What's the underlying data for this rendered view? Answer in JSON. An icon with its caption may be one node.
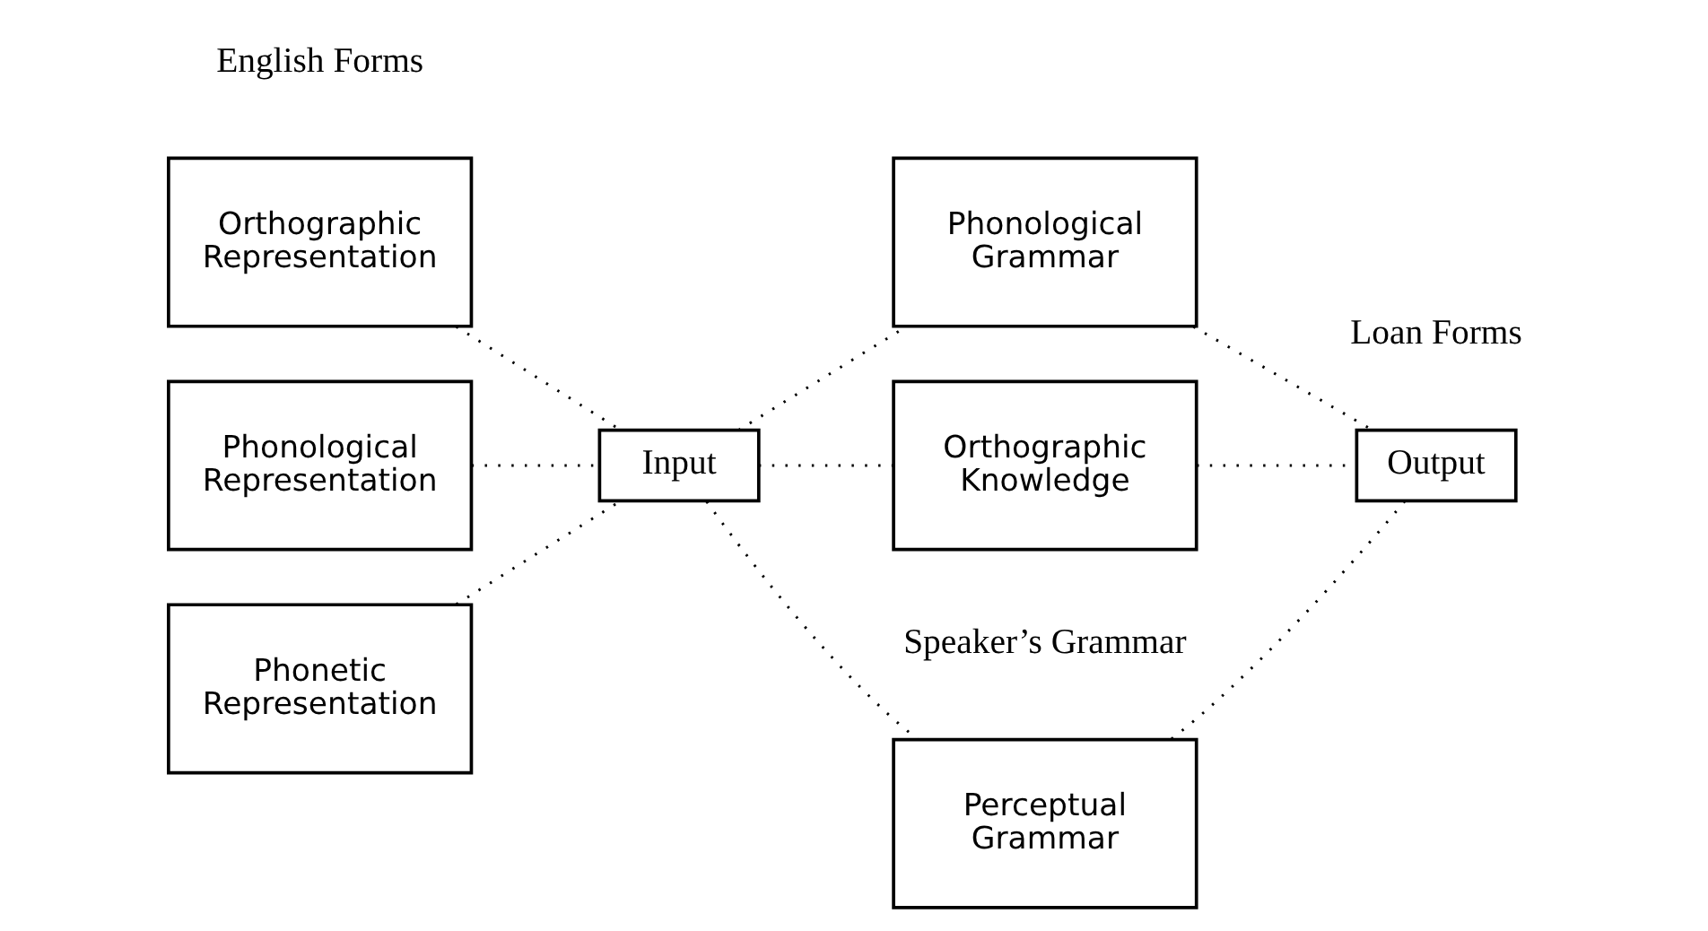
{
  "diagram": {
    "nodes": [
      {
        "text": [
          "Orthographic Representation"
        ]
      },
      {
        "text": [
          "Phonological Representation"
        ]
      },
      {
        "text": [
          "Phonetic Representation"
        ]
      },
      {
        "text": [
          "Input"
        ]
      },
      {
        "text": [
          "Perceptual Grammar"
        ]
      },
      {
        "text": [
          "Phonological Grammar"
        ]
      },
      {
        "text": [
          "Orthographic Knowledge"
        ]
      },
      {
        "text": [
          "Output"
        ]
      }
    ],
    "edges": [
      {
        "from": 0,
        "to": 3,
        "arrow": "none",
        "style": "dashed"
      },
      {
        "from": 1,
        "to": 3,
        "arrow": "none",
        "style": "dashed"
      },
      {
        "from": 2,
        "to": 3,
        "arrow": "none",
        "style": "dashed"
      },
      {
        "from": 3,
        "to": 4,
        "arrow": "none",
        "style": "dashed"
      },
      {
        "from": 3,
        "to": 5,
        "arrow": "none",
        "style": "dashed"
      },
      {
        "from": 3,
        "to": 6,
        "arrow": "none",
        "style": "dashed"
      },
      {
        "from": 4,
        "to": 7,
        "arrow": "none",
        "style": "dashed"
      },
      {
        "from": 5,
        "to": 7,
        "arrow": "none",
        "style": "dashed"
      },
      {
        "from": 6,
        "to": 7,
        "arrow": "none",
        "style": "dashed"
      }
    ],
    "labels": [
      "English Forms",
      "Speaker’s Grammar",
      "Loan Forms"
    ]
  }
}
